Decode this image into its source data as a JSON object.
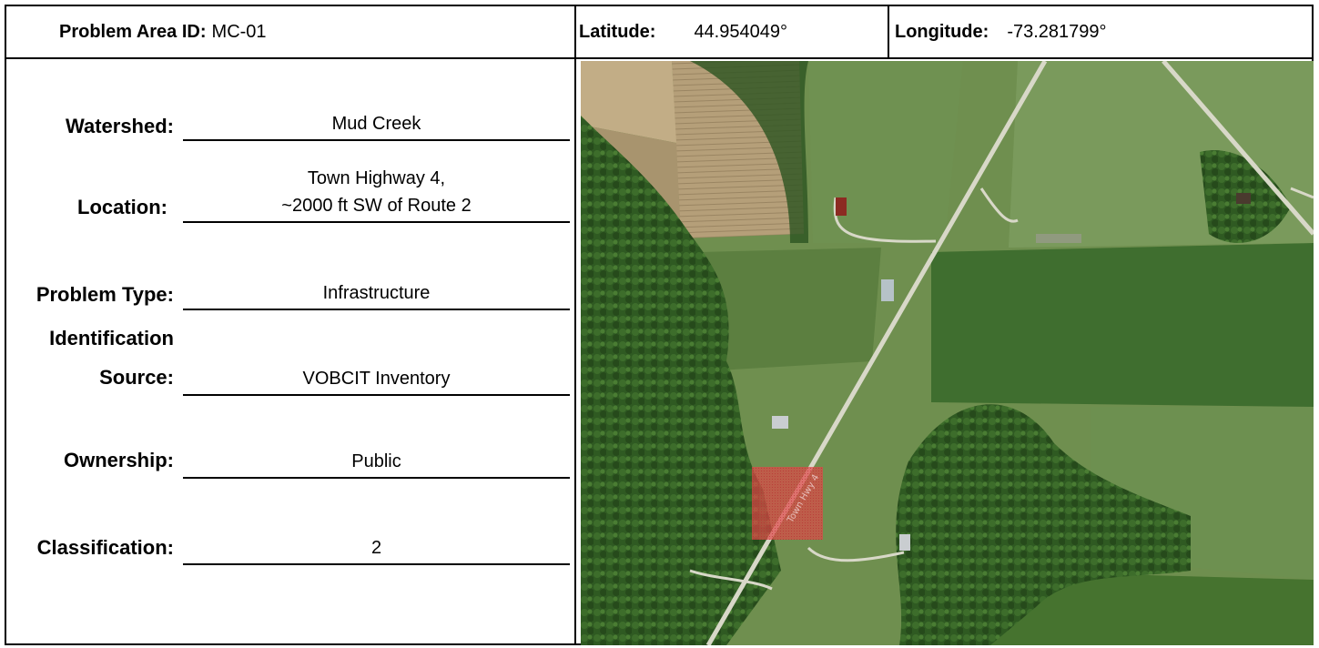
{
  "header": {
    "problem_area_label": "Problem Area ID:",
    "problem_area_value": "MC-01",
    "latitude_label": "Latitude:",
    "latitude_value": "44.954049°",
    "longitude_label": "Longitude:",
    "longitude_value": "-73.281799°"
  },
  "fields": {
    "watershed": {
      "label": "Watershed:",
      "value": "Mud Creek"
    },
    "location": {
      "label": "Location:",
      "value_line1": "Town Highway 4,",
      "value_line2": "~2000 ft SW of Route 2"
    },
    "problem_type": {
      "label": "Problem Type:",
      "value": "Infrastructure"
    },
    "identification_source": {
      "label_line1": "Identification",
      "label_line2": "Source:",
      "value": "VOBCIT Inventory"
    },
    "ownership": {
      "label": "Ownership:",
      "value": "Public"
    },
    "classification": {
      "label": "Classification:",
      "value": "2"
    }
  },
  "map": {
    "road_label": "Town Hwy 4",
    "colors": {
      "highlight": "#e04848",
      "field_dark": "#3f6e2f",
      "road": "#d8d8c8"
    }
  }
}
